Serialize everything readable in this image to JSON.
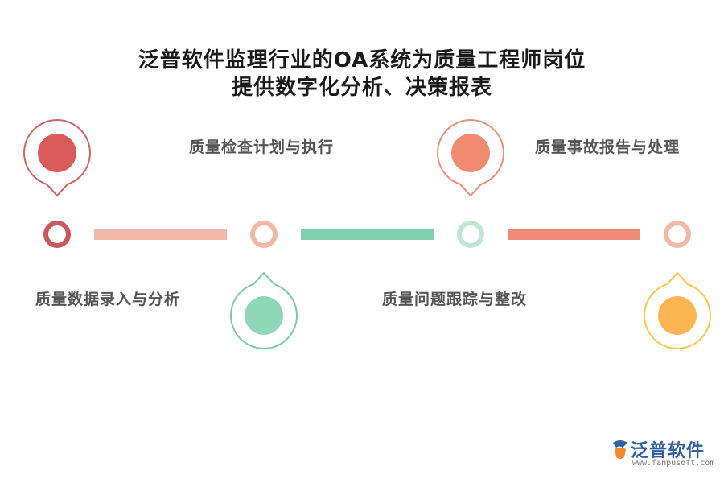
{
  "title": {
    "line1": "泛普软件监理行业的OA系统为质量工程师岗位",
    "line2": "提供数字化分析、决策报表"
  },
  "steps": [
    {
      "label": "质量数据录入与分析",
      "color": "#d95b5b",
      "ring": "#c96565",
      "pin": "top"
    },
    {
      "label": "质量检查计划与执行",
      "color": "#8ed8b8",
      "ring": "#7ec9a4",
      "pin": "bottom"
    },
    {
      "label": "质量事故报告与处理",
      "color": "#f08a70",
      "ring": "#e88e77",
      "pin": "top"
    },
    {
      "label": "质量问题跟踪与整改",
      "color": "#fdb552",
      "ring": "#f2c84d",
      "pin": "bottom"
    }
  ],
  "connectors": [
    "#f1b7a7",
    "#7fd0ad",
    "#ef8a76"
  ],
  "node_rings": [
    "#c9575d",
    "#f1b7a7",
    "#bfe5d3",
    "#f1b7a7"
  ],
  "logo": {
    "name": "泛普软件",
    "url": "www.fanpusoft.com",
    "color": "#2f5f9e"
  }
}
